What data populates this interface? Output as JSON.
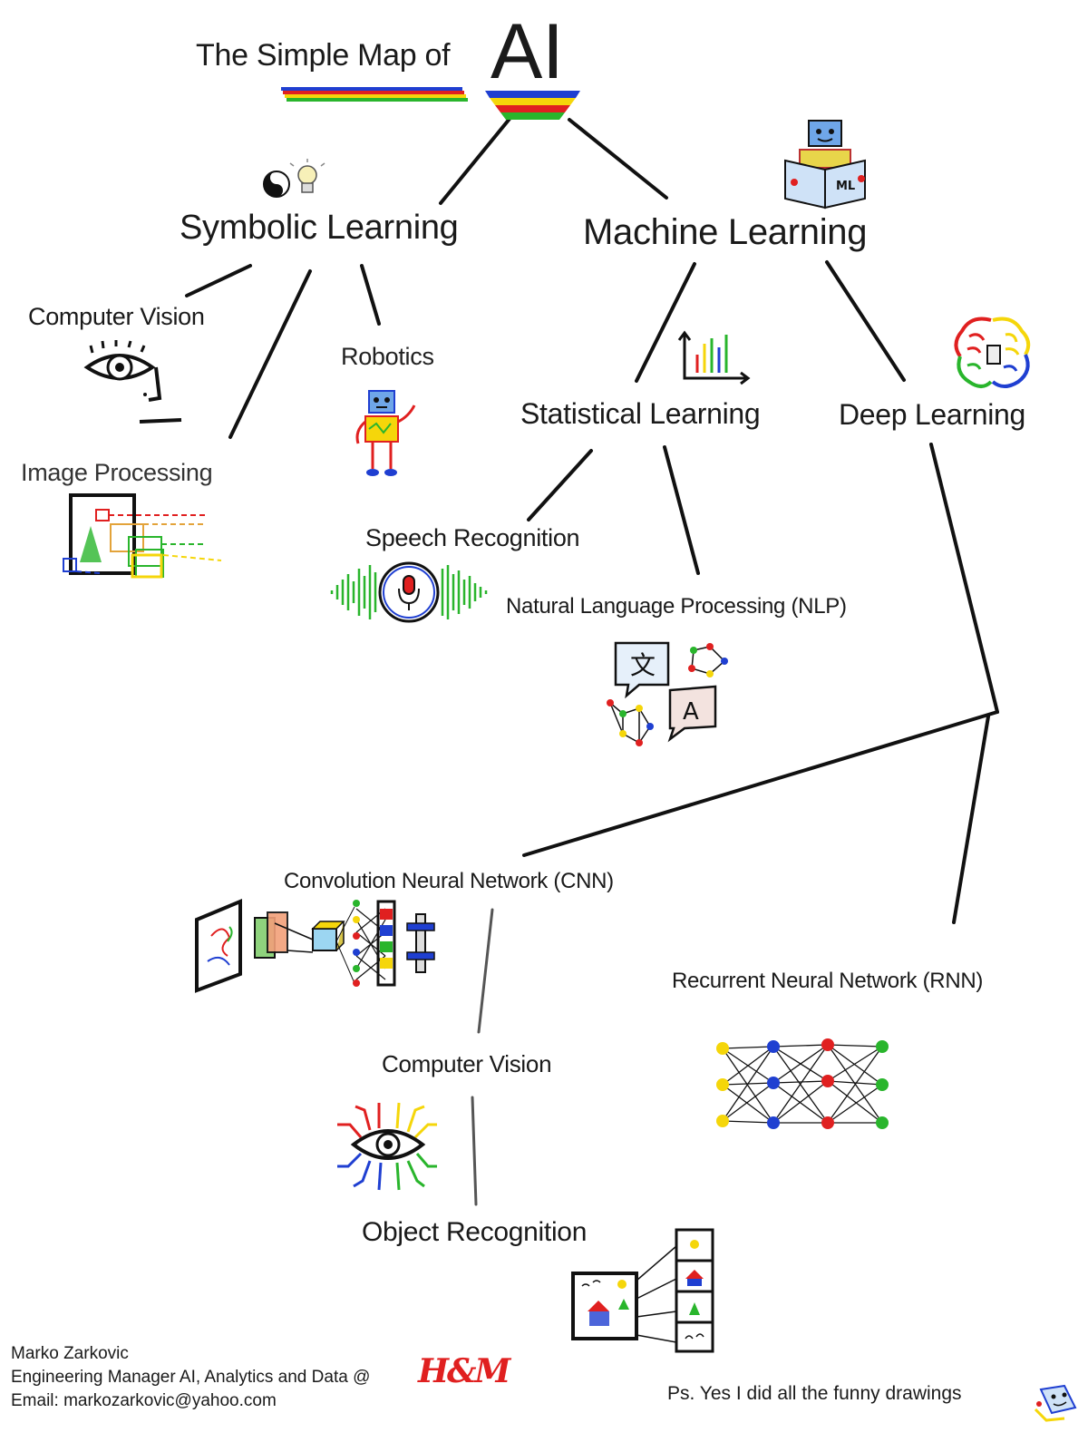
{
  "title": {
    "prefix": "The Simple Map of",
    "main": "AI"
  },
  "nodes": {
    "symbolic_learning": "Symbolic Learning",
    "machine_learning": "Machine Learning",
    "computer_vision_top": "Computer Vision",
    "image_processing": "Image Processing",
    "robotics": "Robotics",
    "statistical_learning": "Statistical Learning",
    "deep_learning": "Deep Learning",
    "speech_recognition": "Speech Recognition",
    "nlp": "Natural Language Processing (NLP)",
    "cnn": "Convolution Neural Network (CNN)",
    "rnn": "Recurrent Neural Network (RNN)",
    "computer_vision_bottom": "Computer Vision",
    "object_recognition": "Object Recognition"
  },
  "drawings": {
    "ml_book_label": "ML",
    "nlp_glyph_1": "文",
    "nlp_glyph_2": "A",
    "company_logo": "H&M"
  },
  "footer": {
    "name": "Marko Zarkovic",
    "role": "Engineering Manager AI, Analytics and Data @",
    "email": "Email: markozarkovic@yahoo.com",
    "note": "Ps. Yes I did all the funny drawings"
  },
  "colors": {
    "red": "#e02020",
    "yellow": "#f5d60a",
    "green": "#29b52c",
    "blue": "#1f3fd1",
    "ink": "#111111"
  }
}
